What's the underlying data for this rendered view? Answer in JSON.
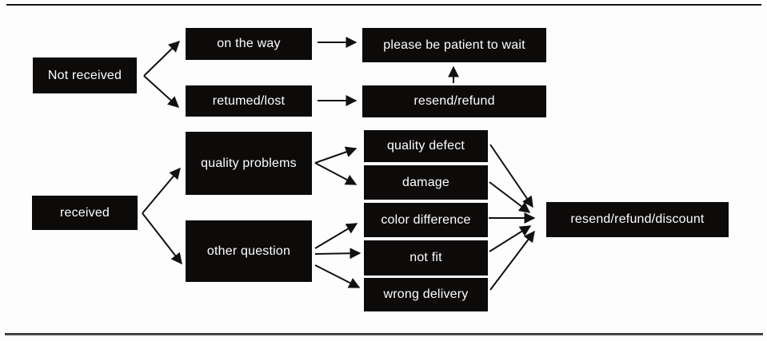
{
  "flowchart": {
    "description": "after-sale service decision flowchart",
    "colors": {
      "node_bg": "#0d0a0a",
      "node_text": "#ffffff",
      "arrow": "#111111",
      "top_rule": "#141414",
      "bottom_rule": "#4d4d4d",
      "background": "#fdfdfd"
    },
    "nodes": {
      "not_received": "Not received",
      "on_the_way": "on the way",
      "returned_lost": "retumed/lost",
      "please_wait": "please be patient to wait",
      "resend_refund": "resend/refund",
      "received": "received",
      "quality_problems": "quality problems",
      "other_question": "other question",
      "quality_defect": "quality defect",
      "damage": "damage",
      "color_difference": "color difference",
      "not_fit": "not fit",
      "wrong_delivery": "wrong delivery",
      "resend_refund_discount": "resend/refund/discount"
    },
    "edges": [
      {
        "from": "not_received",
        "to": "on_the_way"
      },
      {
        "from": "not_received",
        "to": "returned_lost"
      },
      {
        "from": "on_the_way",
        "to": "please_wait"
      },
      {
        "from": "returned_lost",
        "to": "resend_refund"
      },
      {
        "from": "resend_refund",
        "to": "please_wait"
      },
      {
        "from": "received",
        "to": "quality_problems"
      },
      {
        "from": "received",
        "to": "other_question"
      },
      {
        "from": "quality_problems",
        "to": "quality_defect"
      },
      {
        "from": "quality_problems",
        "to": "damage"
      },
      {
        "from": "other_question",
        "to": "color_difference"
      },
      {
        "from": "other_question",
        "to": "not_fit"
      },
      {
        "from": "other_question",
        "to": "wrong_delivery"
      },
      {
        "from": "quality_defect",
        "to": "resend_refund_discount"
      },
      {
        "from": "damage",
        "to": "resend_refund_discount"
      },
      {
        "from": "color_difference",
        "to": "resend_refund_discount"
      },
      {
        "from": "not_fit",
        "to": "resend_refund_discount"
      },
      {
        "from": "wrong_delivery",
        "to": "resend_refund_discount"
      }
    ]
  }
}
